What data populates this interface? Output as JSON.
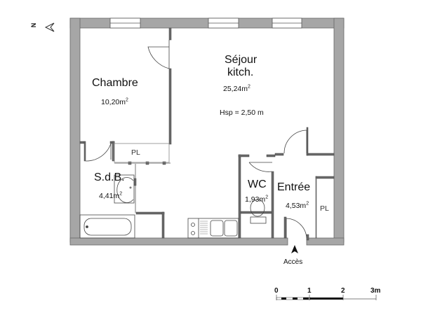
{
  "compass": {
    "label": "N",
    "icon": "north-arrow-icon"
  },
  "rooms": [
    {
      "id": "chambre",
      "name": "Chambre",
      "area": "10,20m",
      "unit_sup": "2"
    },
    {
      "id": "sejour",
      "name_line1": "Séjour",
      "name_line2": "kitch.",
      "area": "25,24m",
      "unit_sup": "2",
      "ceiling_height": "Hsp = 2,50 m"
    },
    {
      "id": "sdb",
      "name": "S.d.B.",
      "area": "4,41m",
      "unit_sup": "2"
    },
    {
      "id": "wc",
      "name": "WC",
      "area": "1,93m",
      "unit_sup": "2"
    },
    {
      "id": "entree",
      "name": "Entrée",
      "area": "4,53m",
      "unit_sup": "2"
    }
  ],
  "closets": [
    {
      "id": "pl-chambre",
      "label": "PL"
    },
    {
      "id": "pl-entree",
      "label": "PL"
    }
  ],
  "access": {
    "label": "Accès",
    "icon": "entrance-arrow-icon"
  },
  "scale_bar": {
    "ticks": [
      "0",
      "1",
      "2",
      "3m"
    ]
  },
  "colors": {
    "wall": "#a6a6a6",
    "wall_outline": "#555555",
    "line": "#444444",
    "background": "#ffffff"
  }
}
